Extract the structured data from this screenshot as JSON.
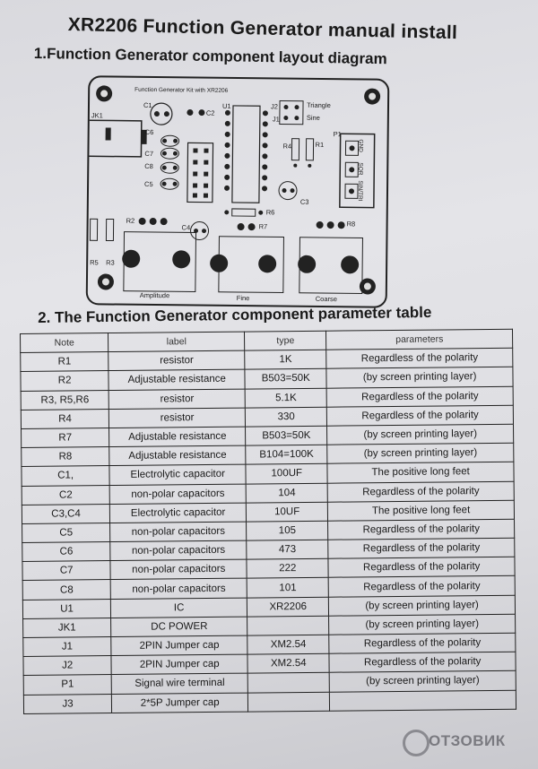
{
  "header": {
    "title": "XR2206 Function Generator manual install",
    "section1": "1.Function Generator component layout diagram",
    "section2": "2. The Function Generator component parameter table"
  },
  "diagram": {
    "board_title": "Function Generator Kit with XR2206",
    "labels": {
      "jk1": "JK1",
      "c1": "C1",
      "c2": "C2",
      "c6": "C6",
      "c7": "C7",
      "c5": "C5",
      "c8": "C8",
      "c4": "C4",
      "u1": "U1",
      "j2": "J2",
      "j1": "J1",
      "triangle": "Triangle",
      "sine": "Sine",
      "r4": "R4",
      "r1": "R1",
      "p1": "P1",
      "c3": "C3",
      "r6": "R6",
      "r2": "R2",
      "r7": "R7",
      "r8": "R8",
      "r5": "R5",
      "r3": "R3",
      "gnd": "GND",
      "sqr": "SQR",
      "sinetri": "SIN/TRI",
      "amplitude": "Amplitude",
      "fine": "Fine",
      "coarse": "Coarse"
    }
  },
  "table": {
    "headers": [
      "Note",
      "label",
      "type",
      "parameters"
    ],
    "rows": [
      [
        "R1",
        "resistor",
        "1K",
        "Regardless of the polarity"
      ],
      [
        "R2",
        "Adjustable resistance",
        "B503=50K",
        "(by screen printing layer)"
      ],
      [
        "R3, R5,R6",
        "resistor",
        "5.1K",
        "Regardless of the polarity"
      ],
      [
        "R4",
        "resistor",
        "330",
        "Regardless of the polarity"
      ],
      [
        "R7",
        "Adjustable resistance",
        "B503=50K",
        "(by screen printing layer)"
      ],
      [
        "R8",
        "Adjustable resistance",
        "B104=100K",
        "(by screen printing layer)"
      ],
      [
        "C1,",
        "Electrolytic capacitor",
        "100UF",
        "The positive long feet"
      ],
      [
        "C2",
        "non-polar capacitors",
        "104",
        "Regardless of the polarity"
      ],
      [
        "C3,C4",
        "Electrolytic capacitor",
        "10UF",
        "The positive long feet"
      ],
      [
        "C5",
        "non-polar capacitors",
        "105",
        "Regardless of the polarity"
      ],
      [
        "C6",
        "non-polar capacitors",
        "473",
        "Regardless of the polarity"
      ],
      [
        "C7",
        "non-polar capacitors",
        "222",
        "Regardless of the polarity"
      ],
      [
        "C8",
        "non-polar capacitors",
        "101",
        "Regardless of the polarity"
      ],
      [
        "U1",
        "IC",
        "XR2206",
        "(by screen printing layer)"
      ],
      [
        "JK1",
        "DC POWER",
        "",
        "(by screen printing layer)"
      ],
      [
        "J1",
        "2PIN Jumper cap",
        "XM2.54",
        "Regardless of the polarity"
      ],
      [
        "J2",
        "2PIN Jumper cap",
        "XM2.54",
        "Regardless of the polarity"
      ],
      [
        "P1",
        "Signal wire terminal",
        "",
        "(by screen printing layer)"
      ],
      [
        "J3",
        "2*5P Jumper cap",
        "",
        ""
      ]
    ]
  },
  "watermark": "ОТЗОВИК"
}
